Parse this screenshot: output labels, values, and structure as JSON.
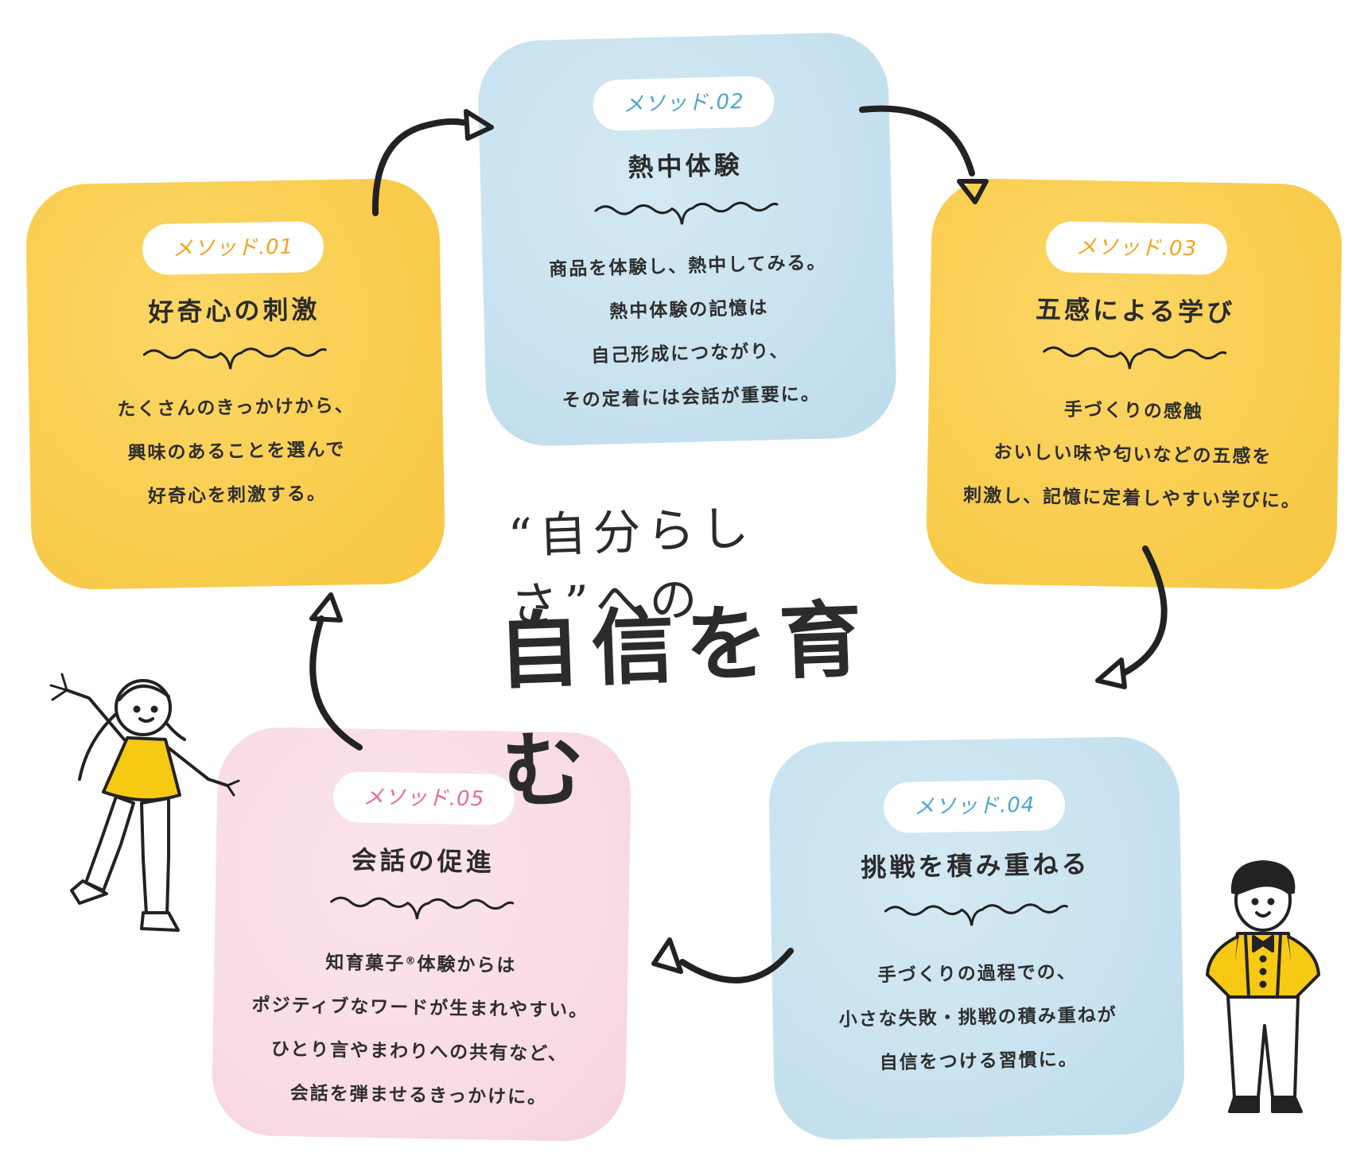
{
  "center": {
    "subtitle": "“自分らしさ”への",
    "title": "自信を育む"
  },
  "methods": [
    {
      "badge": "メソッド.01",
      "title": "好奇心の刺激",
      "lines": [
        "たくさんのきっかけから、",
        "興味のあることを選んで",
        "好奇心を刺激する。"
      ]
    },
    {
      "badge": "メソッド.02",
      "title": "熱中体験",
      "lines": [
        "商品を体験し、熱中してみる。",
        "熱中体験の記憶は",
        "自己形成につながり、",
        "その定着には会話が重要に。"
      ]
    },
    {
      "badge": "メソッド.03",
      "title": "五感による学び",
      "lines": [
        "手づくりの感触",
        "おいしい味や匂いなどの五感を",
        "刺激し、記憶に定着しやすい学びに。"
      ]
    },
    {
      "badge": "メソッド.04",
      "title": "挑戦を積み重ねる",
      "lines": [
        "手づくりの過程での、",
        "小さな失敗・挑戦の積み重ねが",
        "自信をつける習慣に。"
      ]
    },
    {
      "badge": "メソッド.05",
      "title": "会話の促進",
      "line1_pre": "知育菓子",
      "line1_reg": "®",
      "line1_post": "体験からは",
      "lines": [
        "ポジティブなワードが生まれやすい。",
        "ひとり言やまわりへの共有など、",
        "会話を弾ませるきっかけに。"
      ]
    }
  ],
  "colors": {
    "yellow": "#f9cd4f",
    "blue": "#c8e2ef",
    "pink": "#f9dce4",
    "badge_orange": "#f0a51d",
    "badge_blue": "#4ea5cf",
    "badge_pink": "#ea6b8c",
    "ink": "#222222"
  }
}
